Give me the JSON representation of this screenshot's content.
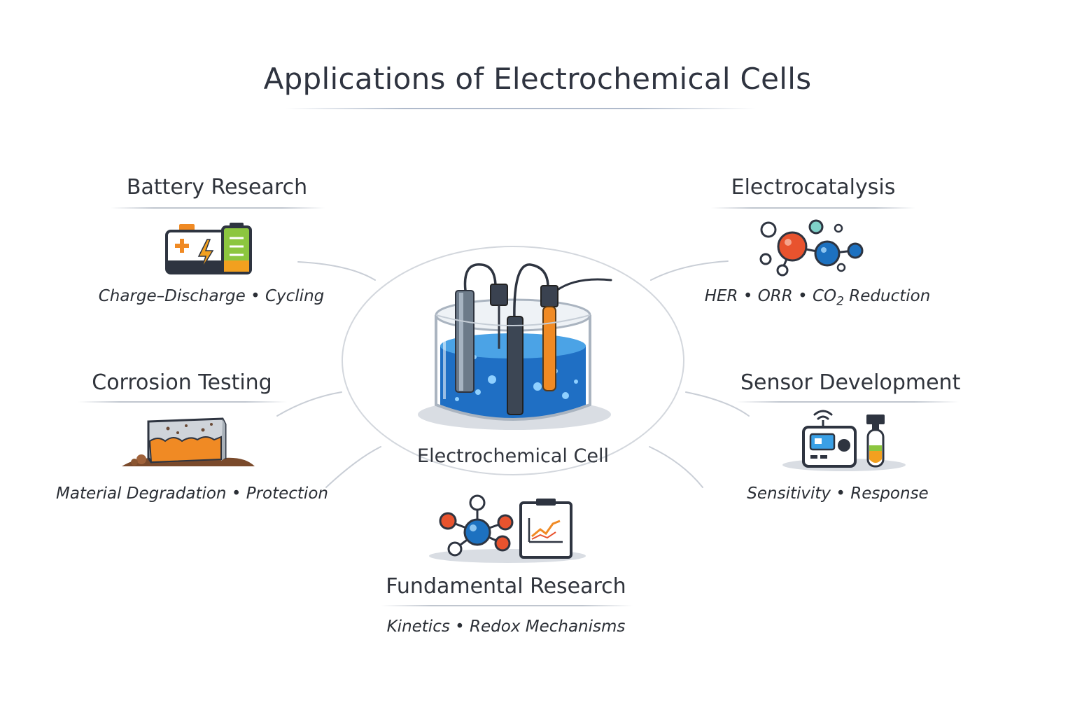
{
  "title": "Applications of Electrochemical Cells",
  "center": {
    "label": "Electrochemical Cell"
  },
  "applications": {
    "battery": {
      "heading": "Battery Research",
      "detail": "Charge–Discharge • Cycling"
    },
    "corrosion": {
      "heading": "Corrosion Testing",
      "detail": "Material Degradation • Protection"
    },
    "electrocatalysis": {
      "heading": "Electrocatalysis",
      "detail_prefix": "HER • ORR • CO",
      "detail_sub": "2",
      "detail_suffix": " Reduction"
    },
    "sensor": {
      "heading": "Sensor Development",
      "detail": "Sensitivity • Response"
    },
    "fundamental": {
      "heading": "Fundamental Research",
      "detail": "Kinetics • Redox Mechanisms"
    }
  },
  "icons": {
    "center": "electrochemical-cell-beaker-icon",
    "battery": "battery-icon",
    "corrosion": "corroded-block-icon",
    "electrocatalysis": "molecule-icon",
    "sensor": "sensor-device-icon",
    "fundamental": "molecule-and-chart-icon"
  },
  "colors": {
    "electrolyte": "#1f6fc4",
    "accent_orange": "#f08a24",
    "accent_green": "#8cc63f",
    "atom_red": "#e8532e",
    "atom_blue": "#1d71c0",
    "connector": "#c8cdd4"
  }
}
